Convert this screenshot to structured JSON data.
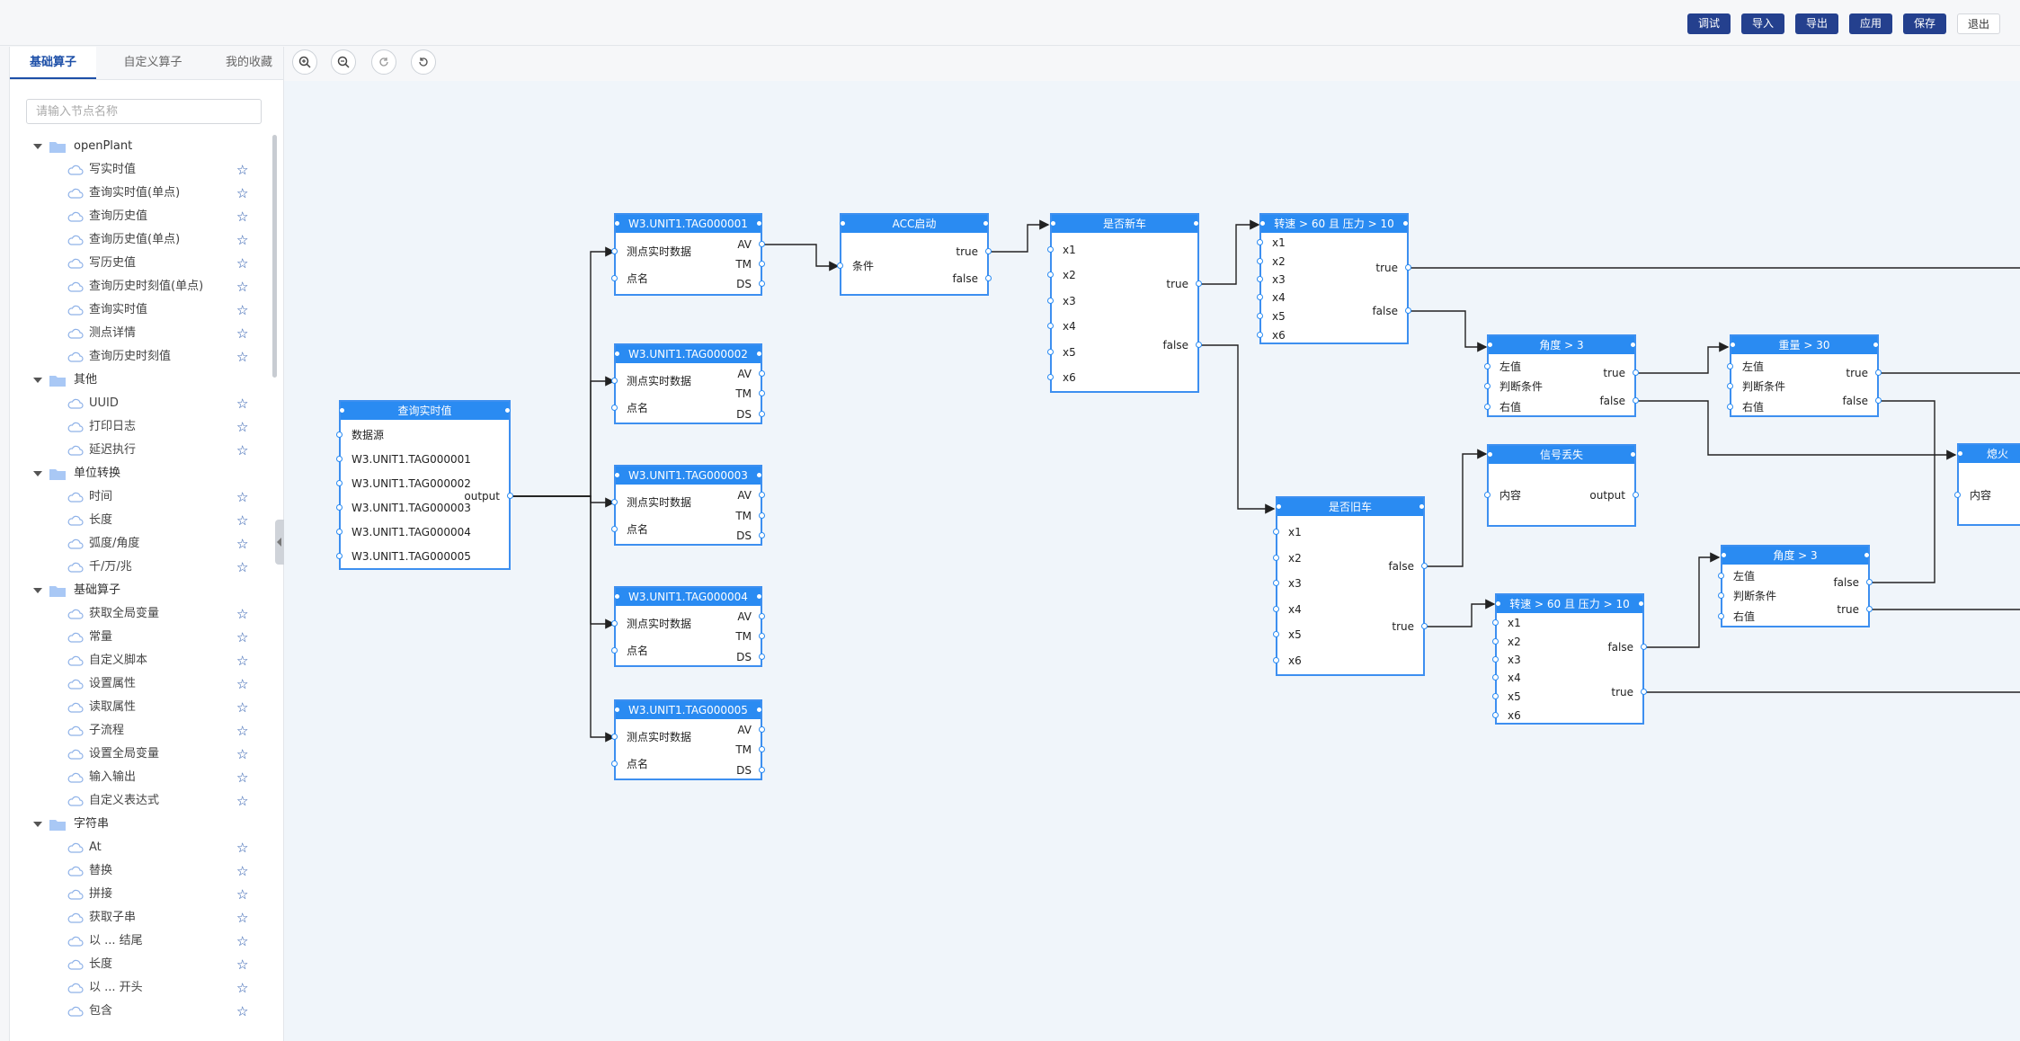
{
  "toolbar": {
    "debug": "调试",
    "import": "导入",
    "export": "导出",
    "apply": "应用",
    "save": "保存",
    "exit": "退出"
  },
  "sidebar": {
    "tabs": [
      "基础算子",
      "自定义算子",
      "我的收藏"
    ],
    "search_placeholder": "请输入节点名称",
    "groups": [
      {
        "label": "openPlant",
        "items": [
          "写实时值",
          "查询实时值(单点)",
          "查询历史值",
          "查询历史值(单点)",
          "写历史值",
          "查询历史时刻值(单点)",
          "查询实时值",
          "测点详情",
          "查询历史时刻值"
        ]
      },
      {
        "label": "其他",
        "items": [
          "UUID",
          "打印日志",
          "延迟执行"
        ]
      },
      {
        "label": "单位转换",
        "items": [
          "时间",
          "长度",
          "弧度/角度",
          "千/万/兆"
        ]
      },
      {
        "label": "基础算子",
        "items": [
          "获取全局变量",
          "常量",
          "自定义脚本",
          "设置属性",
          "读取属性",
          "子流程",
          "设置全局变量",
          "输入输出",
          "自定义表达式"
        ]
      },
      {
        "label": "字符串",
        "items": [
          "At",
          "替换",
          "拼接",
          "获取子串",
          "以 ... 结尾",
          "长度",
          "以 ... 开头",
          "包含"
        ]
      }
    ]
  },
  "zoom_icons": [
    "zoom-in-icon",
    "zoom-out-icon",
    "refresh-icon",
    "reset-icon"
  ],
  "colors": {
    "accent": "#2a8bf2",
    "button": "#24408e"
  },
  "nodes": [
    {
      "title": "查询实时值",
      "inputs": [
        "数据源",
        "W3.UNIT1.TAG000001",
        "W3.UNIT1.TAG000002",
        "W3.UNIT1.TAG000003",
        "W3.UNIT1.TAG000004",
        "W3.UNIT1.TAG000005"
      ],
      "outputs": [
        "output"
      ]
    },
    {
      "title": "W3.UNIT1.TAG000001",
      "inputs": [
        "测点实时数据",
        "点名"
      ],
      "outputs": [
        "AV",
        "TM",
        "DS"
      ]
    },
    {
      "title": "W3.UNIT1.TAG000002",
      "inputs": [
        "测点实时数据",
        "点名"
      ],
      "outputs": [
        "AV",
        "TM",
        "DS"
      ]
    },
    {
      "title": "W3.UNIT1.TAG000003",
      "inputs": [
        "测点实时数据",
        "点名"
      ],
      "outputs": [
        "AV",
        "TM",
        "DS"
      ]
    },
    {
      "title": "W3.UNIT1.TAG000004",
      "inputs": [
        "测点实时数据",
        "点名"
      ],
      "outputs": [
        "AV",
        "TM",
        "DS"
      ]
    },
    {
      "title": "W3.UNIT1.TAG000005",
      "inputs": [
        "测点实时数据",
        "点名"
      ],
      "outputs": [
        "AV",
        "TM",
        "DS"
      ]
    },
    {
      "title": "ACC启动",
      "inputs": [
        "条件"
      ],
      "outputs": [
        "true",
        "false"
      ]
    },
    {
      "title": "是否新车",
      "inputs": [
        "x1",
        "x2",
        "x3",
        "x4",
        "x5",
        "x6"
      ],
      "outputs": [
        "true",
        "false"
      ]
    },
    {
      "title": "转速 > 60 且 压力 > 10",
      "inputs": [
        "x1",
        "x2",
        "x3",
        "x4",
        "x5",
        "x6"
      ],
      "outputs": [
        "true",
        "false"
      ]
    },
    {
      "title": "是否旧车",
      "inputs": [
        "x1",
        "x2",
        "x3",
        "x4",
        "x5",
        "x6"
      ],
      "outputs": [
        "false",
        "true"
      ]
    },
    {
      "title": "角度 > 3",
      "inputs": [
        "左值",
        "判断条件",
        "右值"
      ],
      "outputs": [
        "true",
        "false"
      ]
    },
    {
      "title": "信号丢失",
      "inputs": [
        "内容"
      ],
      "outputs": [
        "output"
      ]
    },
    {
      "title": "转速 > 60 且 压力 > 10",
      "inputs": [
        "x1",
        "x2",
        "x3",
        "x4",
        "x5",
        "x6"
      ],
      "outputs": [
        "false",
        "true"
      ]
    },
    {
      "title": "重量 > 30",
      "inputs": [
        "左值",
        "判断条件",
        "右值"
      ],
      "outputs": [
        "true",
        "false"
      ]
    },
    {
      "title": "角度 > 3",
      "inputs": [
        "左值",
        "判断条件",
        "右值"
      ],
      "outputs": [
        "false",
        "true"
      ]
    },
    {
      "title": "熄火",
      "inputs": [
        "内容"
      ],
      "outputs": []
    }
  ]
}
